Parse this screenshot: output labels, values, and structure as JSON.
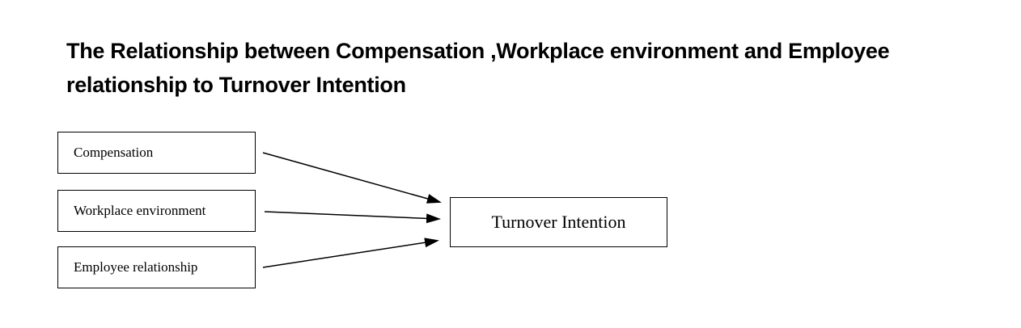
{
  "title": {
    "line1": "The Relationship between Compensation ,Workplace environment and Employee",
    "line2": "relationship to Turnover Intention"
  },
  "diagram": {
    "predictors": [
      {
        "label": "Compensation"
      },
      {
        "label": "Workplace environment"
      },
      {
        "label": "Employee relationship"
      }
    ],
    "outcome": {
      "label": "Turnover Intention"
    },
    "arrows": [
      {
        "from": "Compensation",
        "to": "Turnover Intention"
      },
      {
        "from": "Workplace environment",
        "to": "Turnover Intention"
      },
      {
        "from": "Employee relationship",
        "to": "Turnover Intention"
      }
    ],
    "colors": {
      "text": "#000000",
      "border": "#000000",
      "arrow": "#000000",
      "background": "#ffffff"
    }
  }
}
